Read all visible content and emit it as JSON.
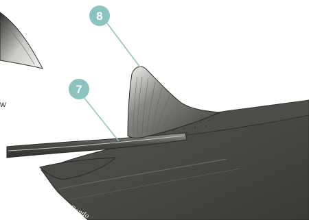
{
  "callouts": [
    {
      "number": "8"
    },
    {
      "number": "7"
    }
  ],
  "credit": "©Marc Dando",
  "partial_caption": "w",
  "colors": {
    "callout_fill": "#8dc3bf",
    "leader_line": "#8dc3bf",
    "body_dark": "#3f3f3c",
    "body_mid": "#5a5a56",
    "fin_highlight": "#e9e9e6"
  }
}
